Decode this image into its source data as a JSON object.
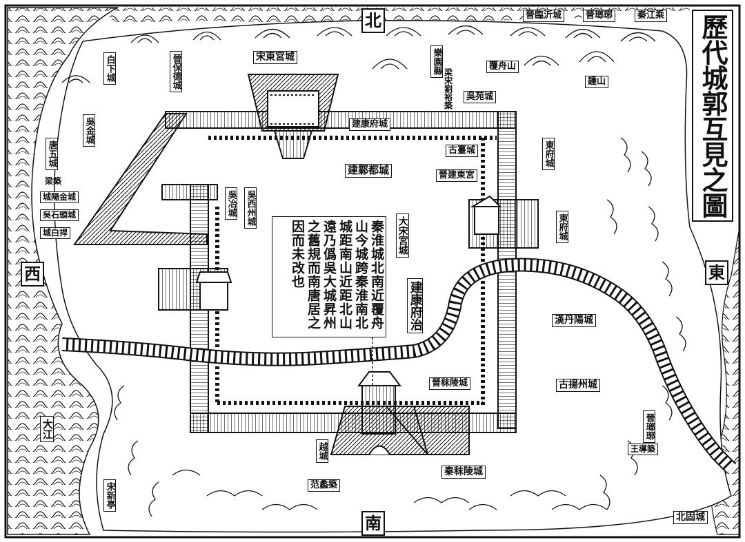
{
  "title": "歷代城郭互見之圖",
  "inscription": "秦淮城北南近覆舟山今城跨秦淮南北城距南山近距北山遠乃僞吳大城昇州之舊規而南唐居之因而未改也",
  "directions": {
    "north": "北",
    "south": "南",
    "east": "東",
    "west": "西"
  },
  "labels": {
    "qin_jiang_cheng": "秦江乘",
    "jin_lang_ya": "晉瑯琊",
    "jin_lin_yi_cheng": "晉臨沂城",
    "song_dong_gong_cheng": "宋東宮城",
    "bai_xia_cheng": "白下城",
    "jin_jie_de_cheng": "晉保德城",
    "jin_yuan_yuan": "樂園縣",
    "liang_song": "梁宋劉裕築",
    "fu_zhou_shan": "覆舟山",
    "wu_yuan_cheng": "吳苑城",
    "zhong_shan": "鍾山",
    "jiankang_fu_cheng": "建康府城",
    "wu_jin_cheng": "吳金城",
    "tang_wu_cheng": "唐五城",
    "liang_zhu": "梁築",
    "gu_tai_cheng": "古臺城",
    "jian_ye_du_cheng": "建鄴都城",
    "dong_fu_cheng": "東府城",
    "jin_jian_dong_gong": "晉建東宮",
    "cheng_yang_jin_cheng": "城陽金城",
    "wu_shi_tou_cheng": "吳石頭城",
    "wu_ye_cheng": "吳冶城",
    "wu_xi_zhou_cheng": "吳西州城",
    "cheng_bo_han": "城白捍",
    "da_song_gong_cheng": "大宋宮城",
    "jiankang_fu_zhi": "建康府治",
    "dong_fu_cheng_2": "東府城",
    "xi": "西",
    "han_dan_yang_cheng": "漢丹陽城",
    "jin_ling_yi_cheng": "晉秣陵城",
    "gu_yang_zhou_cheng": "古揚州城",
    "da_jiang": "大江",
    "yue_cheng": "越城",
    "jin_lang_ya_2": "晉瑯琊",
    "wang_dao_zhu": "王導築",
    "qin_ling_cheng": "秦秣陵城",
    "fan_li_zhu": "范蠡築",
    "song_xin_ting": "宋新亭",
    "bei_gu_cheng": "北固城"
  },
  "colors": {
    "ink": "#111111",
    "paper": "#ffffff"
  }
}
